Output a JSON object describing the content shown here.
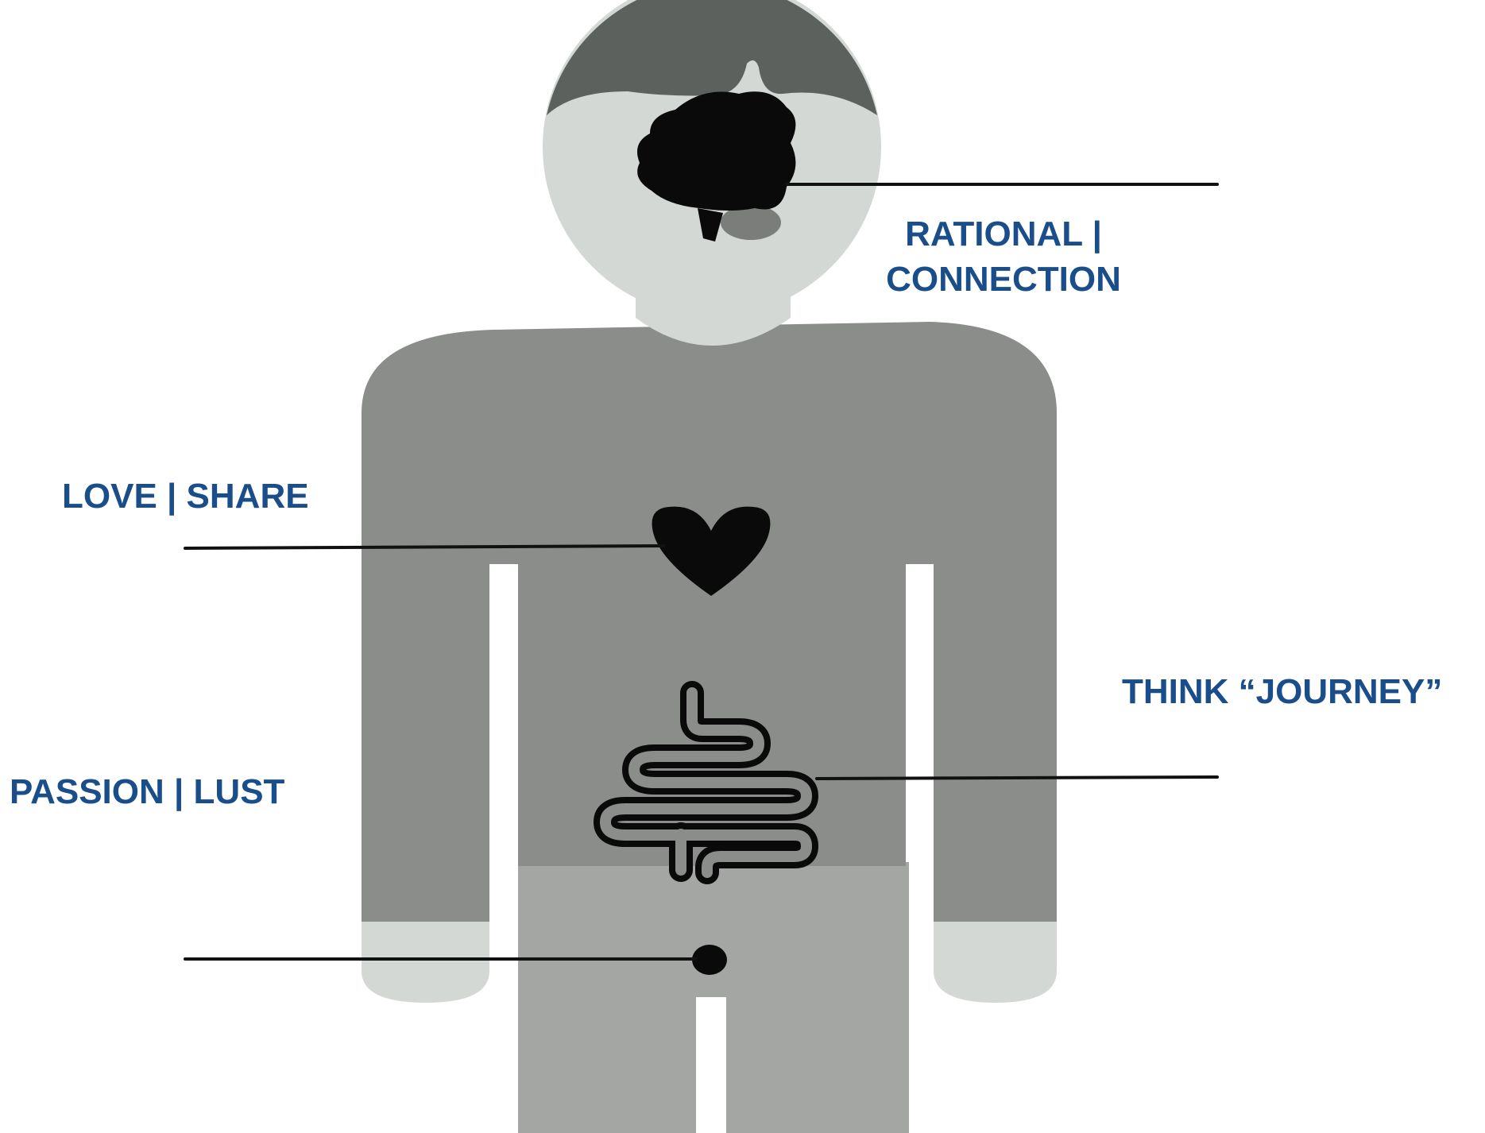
{
  "colors": {
    "label": "#1a4e8a",
    "hair": "#5d615e",
    "skin": "#d4d8d5",
    "shirt": "#8a8d8a",
    "pants": "#a3a6a3",
    "organ": "#0a0a0a",
    "leader": "#111111",
    "background": "#ffffff"
  },
  "labels": {
    "head": {
      "line1": "RATIONAL |",
      "line2": "CONNECTION"
    },
    "heart": "LOVE | SHARE",
    "gut": "THINK “JOURNEY”",
    "groin": "PASSION | LUST"
  },
  "icons": {
    "head": "brain-icon",
    "heart": "heart-icon",
    "gut": "intestines-icon",
    "groin": "dot-icon"
  }
}
